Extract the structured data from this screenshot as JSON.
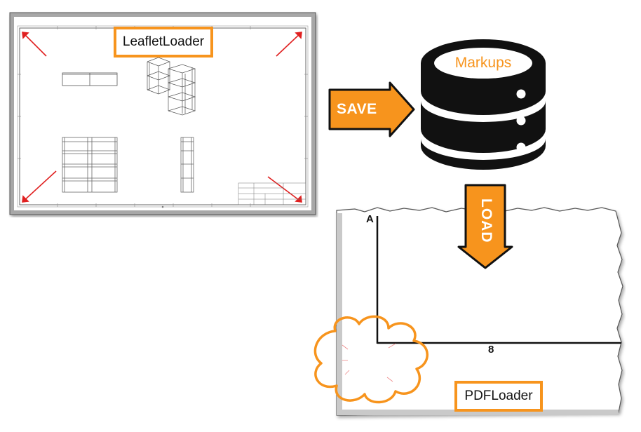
{
  "leaflet_panel": {
    "label": "LeafletLoader"
  },
  "save_arrow": {
    "label": "SAVE"
  },
  "database": {
    "label": "Markups"
  },
  "load_arrow": {
    "label": "LOAD"
  },
  "pdf_panel": {
    "label": "PDFLoader",
    "row_letter": "A",
    "column_number": "8"
  },
  "colors": {
    "accent": "#f7941d",
    "markup_red": "#e02020",
    "frame_gray": "#a7a7a7"
  },
  "icons": [
    "database-icon",
    "right-arrow-icon",
    "down-arrow-icon",
    "cloud-markup-icon"
  ]
}
